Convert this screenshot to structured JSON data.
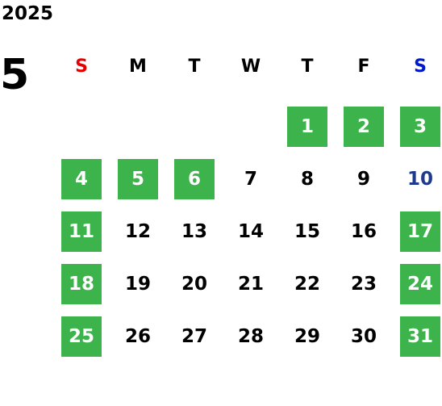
{
  "year": "2025",
  "month": "5",
  "weekdays": [
    "S",
    "M",
    "T",
    "W",
    "T",
    "F",
    "S"
  ],
  "colors": {
    "holiday_bg": "#3cb44b",
    "sunday_header": "#e60000",
    "saturday_header": "#0019cc",
    "saturday_text": "#1e3a8a"
  },
  "weeks": [
    [
      {
        "label": ""
      },
      {
        "label": ""
      },
      {
        "label": ""
      },
      {
        "label": ""
      },
      {
        "label": "1",
        "holiday": true
      },
      {
        "label": "2",
        "holiday": true
      },
      {
        "label": "3",
        "holiday": true
      }
    ],
    [
      {
        "label": "4",
        "holiday": true
      },
      {
        "label": "5",
        "holiday": true
      },
      {
        "label": "6",
        "holiday": true
      },
      {
        "label": "7"
      },
      {
        "label": "8"
      },
      {
        "label": "9"
      },
      {
        "label": "10",
        "saturday": true
      }
    ],
    [
      {
        "label": "11",
        "holiday": true
      },
      {
        "label": "12"
      },
      {
        "label": "13"
      },
      {
        "label": "14"
      },
      {
        "label": "15"
      },
      {
        "label": "16"
      },
      {
        "label": "17",
        "holiday": true
      }
    ],
    [
      {
        "label": "18",
        "holiday": true
      },
      {
        "label": "19"
      },
      {
        "label": "20"
      },
      {
        "label": "21"
      },
      {
        "label": "22"
      },
      {
        "label": "23"
      },
      {
        "label": "24",
        "holiday": true
      }
    ],
    [
      {
        "label": "25",
        "holiday": true
      },
      {
        "label": "26"
      },
      {
        "label": "27"
      },
      {
        "label": "28"
      },
      {
        "label": "29"
      },
      {
        "label": "30"
      },
      {
        "label": "31",
        "holiday": true
      }
    ]
  ]
}
